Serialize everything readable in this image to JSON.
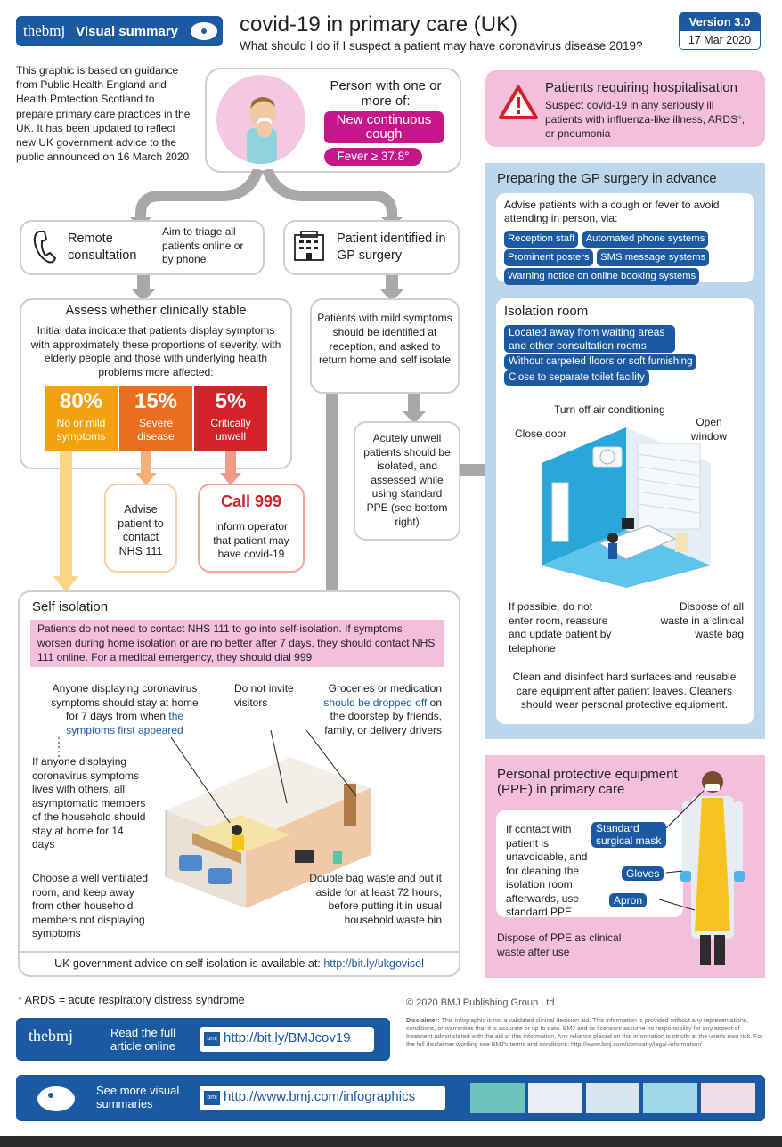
{
  "header": {
    "brand": "thebmj",
    "badge_label": "Visual summary",
    "title": "covid-19 in primary care (UK)",
    "subtitle": "What should I do if I suspect a patient may have coronavirus disease 2019?",
    "version": "Version 3.0",
    "date": "17 Mar 2020"
  },
  "intro": "This graphic is based on guidance from Public Health England and Health Protection Scotland to prepare primary care practices in the UK. It has been updated to reflect new UK government advice to the public announced on 16 March 2020",
  "person": {
    "heading": "Person with one or more of:",
    "symptom_1": "New continuous cough",
    "symptom_2": "Fever ≥ 37.8°"
  },
  "hospital": {
    "title": "Patients requiring hospitalisation",
    "text_1": "Suspect covid-19 in any seriously ill patients with influenza-like illness,",
    "text_2": "ARDS",
    "asterisk": "*",
    "text_3": ", or pneumonia"
  },
  "remote": {
    "title": "Remote consultation",
    "note": "Aim to triage all patients online or by phone"
  },
  "gp": {
    "title": "Patient identified in GP surgery"
  },
  "assess": {
    "title": "Assess whether clinically stable",
    "text": "Initial data indicate that patients display symptoms with approximately these proportions of severity, with elderly people and those with underlying health problems more affected:",
    "stats": [
      {
        "pct": "80%",
        "label": "No or mild symptoms",
        "color": "#f2a20f"
      },
      {
        "pct": "15%",
        "label": "Severe disease",
        "color": "#ec6f1f"
      },
      {
        "pct": "5%",
        "label": "Critically unwell",
        "color": "#d3222a"
      }
    ]
  },
  "advise": "Advise patient to contact NHS 111",
  "call": {
    "title": "Call 999",
    "text": "Inform operator that patient may have covid-19"
  },
  "mild": "Patients with mild symptoms should be identified at reception, and asked to return home and self isolate",
  "acute": "Acutely unwell patients should be isolated, and assessed while using standard PPE (see bottom right)",
  "prep": {
    "title": "Preparing the GP surgery in advance",
    "advise_text": "Advise patients with a cough or fever to avoid attending in person, via:",
    "pills": [
      "Reception staff",
      "Automated phone systems",
      "Prominent posters",
      "SMS message systems",
      "Warning notice on online booking systems"
    ],
    "isolation_title": "Isolation room",
    "iso_pills": [
      "Located away from waiting areas and other consultation rooms",
      "Without carpeted floors or soft furnishing",
      "Close to separate toilet facility"
    ],
    "labels": {
      "air": "Turn off air conditioning",
      "door": "Close door",
      "window": "Open window",
      "enter": "If possible, do not enter room, reassure and update patient by telephone",
      "waste": "Dispose of all waste in a clinical waste bag"
    },
    "clean": "Clean and disinfect hard surfaces and reusable care equipment after patient leaves. Cleaners should wear personal protective equipment."
  },
  "self_iso": {
    "title": "Self isolation",
    "banner": "Patients do not need to contact NHS 111 to go into self-isolation. If symptoms worsen during home isolation or are no better after 7 days, they should contact NHS 111 online. For a medical emergency, they should dial 999",
    "stay_1": "Anyone displaying coronavirus symptoms should stay at home for 7 days from when",
    "stay_2": "the symptoms first appeared",
    "invite": "Do not invite visitors",
    "groceries_1": "Groceries or medication",
    "groceries_2": "should be dropped off",
    "groceries_3": "on the doorstep by friends, family, or delivery drivers",
    "household": "If anyone displaying coronavirus symptoms lives with others, all asymptomatic members of the household should stay at home for 14 days",
    "room": "Choose a well ventilated room, and keep away from other household members not displaying symptoms",
    "waste": "Double bag waste and put it aside for at least 72 hours, before putting it in usual household waste bin",
    "advice_prefix": "UK government advice on self isolation is available at:",
    "advice_link": "http://bit.ly/ukgovisol"
  },
  "ppe": {
    "title": "Personal protective equipment (PPE) in primary care",
    "text": "If contact with patient is unavoidable, and for cleaning the isolation room afterwards, use standard PPE",
    "mask": "Standard surgical mask",
    "gloves": "Gloves",
    "apron": "Apron",
    "dispose": "Dispose of PPE as clinical waste after use"
  },
  "footer": {
    "ards_asterisk": "*",
    "ards": " ARDS = acute respiratory distress syndrome",
    "copyright": "© 2020 BMJ Publishing Group Ltd.",
    "disclaimer_label": "Disclaimer:",
    "disclaimer": " This infographic is not a validated clinical decision aid. This information is provided without any representations, conditions, or warranties that it is accurate or up to date. BMJ and its licensors assume no responsibility for any aspect of treatment administered with the aid of this information. Any reliance placed on this information is strictly at the user's own risk. For the full disclaimer wording see BMJ's terms and conditions: http://www.bmj.com/company/legal-information/",
    "read_label": "Read the full article online",
    "read_link": "http://bit.ly/BMJcov19",
    "more_label": "See more visual summaries",
    "more_link": "http://www.bmj.com/infographics",
    "bmj_mini": "bmj"
  },
  "colors": {
    "bmj_blue": "#1b5aa3",
    "magenta": "#c7168a",
    "pink_panel": "#f3bfdc",
    "blue_panel": "#bcd6ec"
  }
}
